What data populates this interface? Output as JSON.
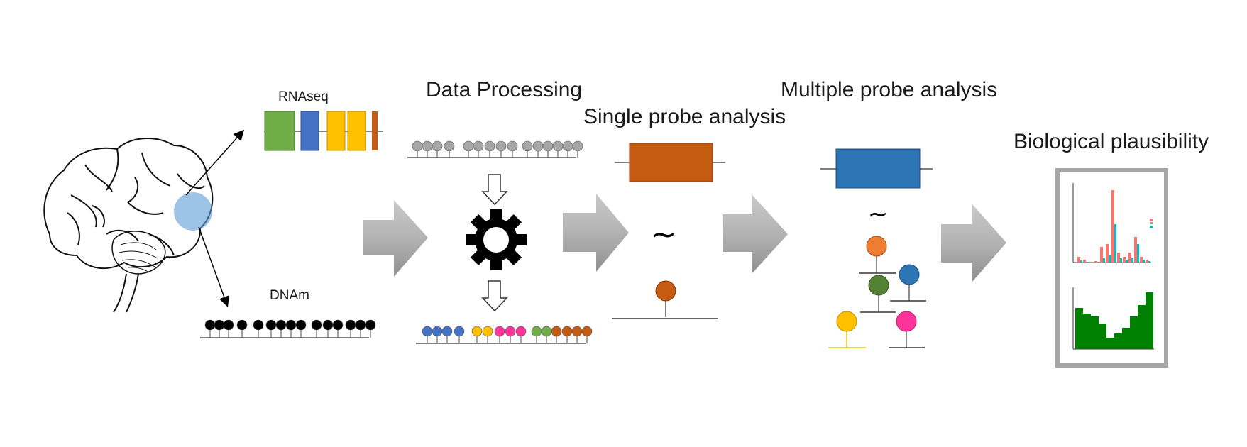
{
  "labels": {
    "rnaseq": "RNAseq",
    "dnam": "DNAm",
    "data_processing": "Data Processing",
    "single_probe": "Single probe analysis",
    "multiple_probe": "Multiple probe analysis",
    "biological": "Biological plausibility"
  },
  "colors": {
    "green": "#70ad47",
    "blue": "#4472c4",
    "yellow": "#ffc000",
    "orange": "#c55a11",
    "pink": "#ff3399",
    "probe_orange": "#ed7d31",
    "gray": "#a6a6a6",
    "box_blue": "#2e75b6",
    "chart_green": "#008000",
    "bar_red": "#f8766d",
    "bar_teal": "#00bfc4"
  },
  "icons": [
    "brain-icon",
    "gear-icon",
    "arrow-right-icon",
    "arrow-down-icon",
    "probe-lollipop-icon",
    "tilde-icon"
  ]
}
